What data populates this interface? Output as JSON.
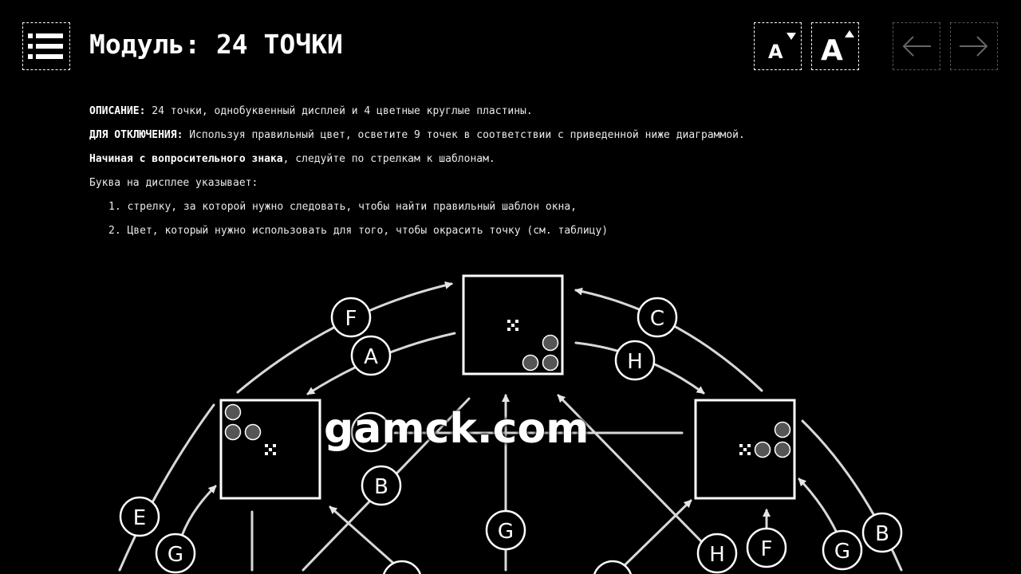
{
  "header": {
    "title": "Модуль: 24 ТОЧКИ",
    "menu_icon": "list-icon",
    "font_decrease_label": "A",
    "font_increase_label": "A",
    "back_icon": "arrow-left-icon",
    "forward_icon": "arrow-right-icon"
  },
  "description": {
    "label": "ОПИСАНИЕ:",
    "text": "24 точки, однобуквенный дисплей и 4 цветные круглые пластины."
  },
  "disarm": {
    "label": "ДЛЯ ОТКЛЮЧЕНИЯ:",
    "text": "Используя правильный цвет, осветите 9 точек в соответствии с приведенной ниже диаграммой."
  },
  "start": {
    "bold": "Начиная с вопросительного знака",
    "text": ", следуйте по стрелкам к шаблонам."
  },
  "letter_intro": "Буква на дисплее указывает:",
  "letter_items": [
    "1. стрелку, за которой нужно следовать, чтобы найти правильный шаблон окна,",
    "2. Цвет, который нужно использовать для того, чтобы окрасить точку (см. таблицу)"
  ],
  "diagram_labels": {
    "top_left_outer": "F",
    "top_left_inner": "A",
    "top_right_outer": "C",
    "top_right_inner": "H",
    "mid_b": "B",
    "center_g": "G",
    "left_e": "E",
    "left_g": "G",
    "right_h": "H",
    "right_f": "F",
    "right_g": "G",
    "right_b": "B"
  },
  "watermark": "gamck.com"
}
